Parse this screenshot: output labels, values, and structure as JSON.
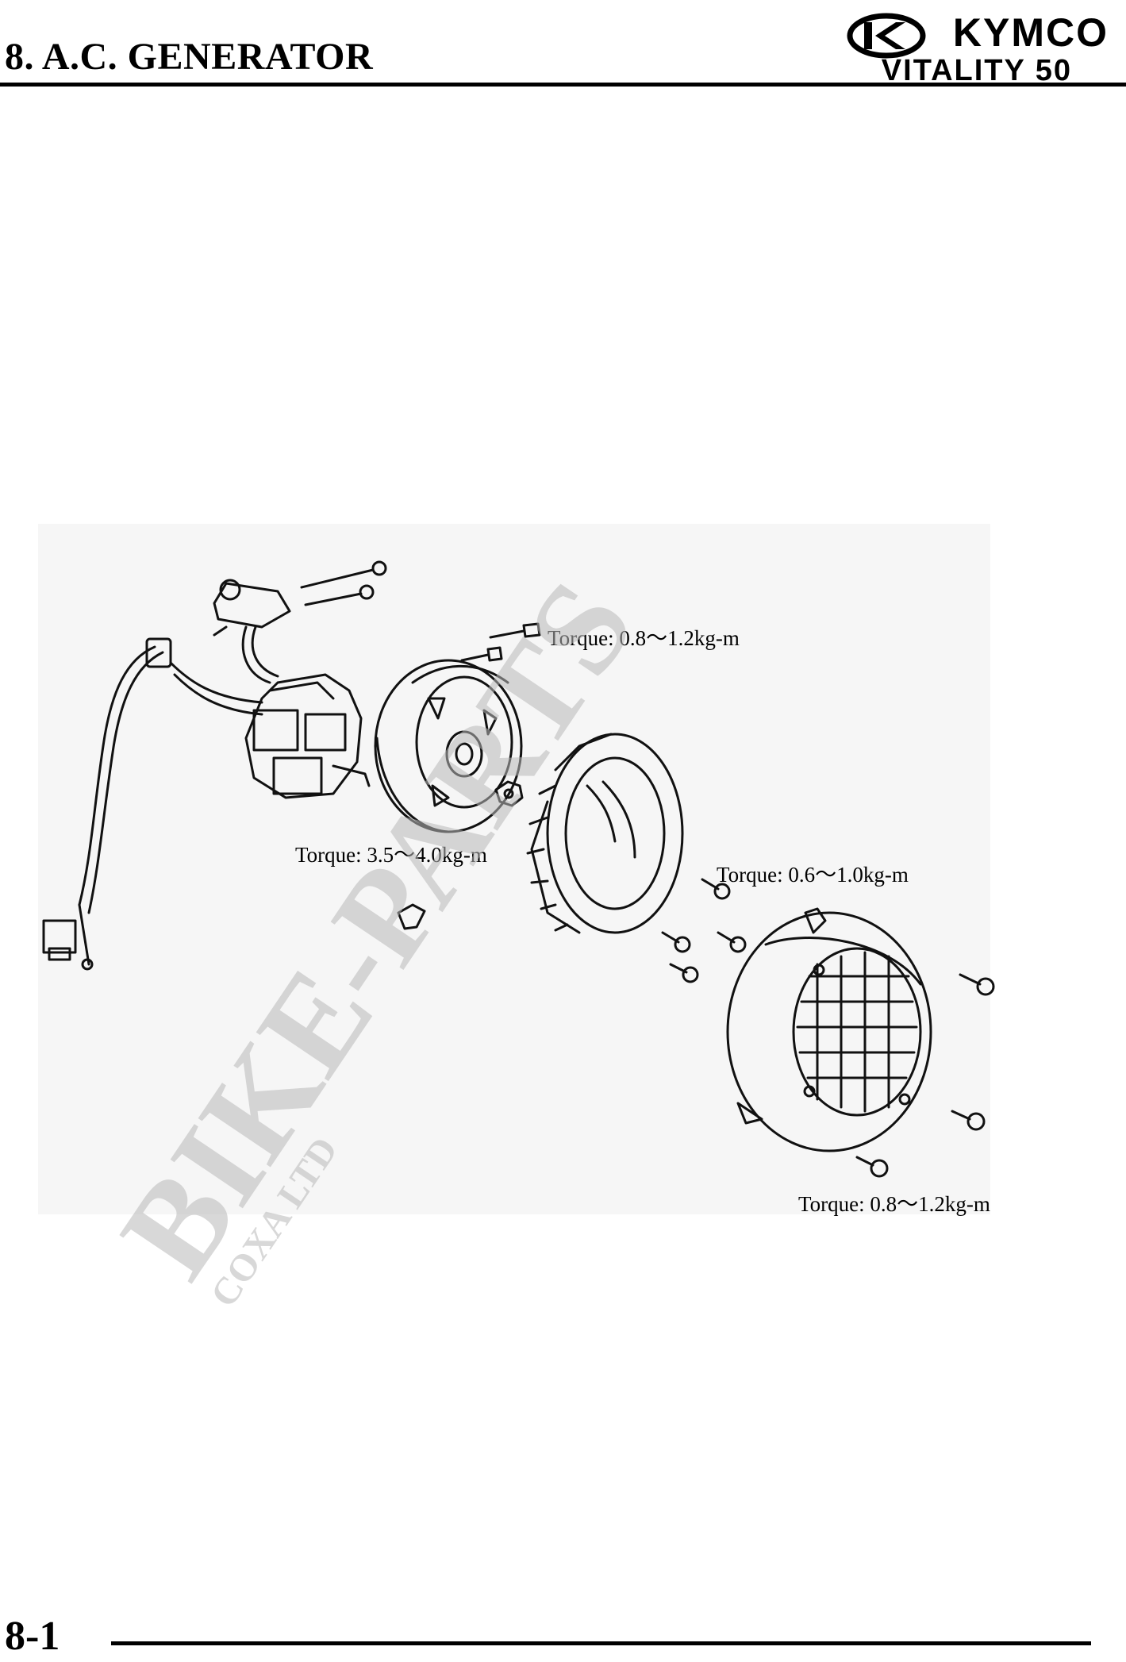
{
  "header": {
    "title": "8. A.C. GENERATOR",
    "brand": "KYMCO",
    "model": "VITALITY 50"
  },
  "diagram": {
    "torque_labels": [
      "Torque: 0.8～1.2kg-m",
      "Torque: 3.5～4.0kg-m",
      "Torque: 0.6～1.0kg-m",
      "Torque: 0.8～1.2kg-m"
    ]
  },
  "watermark": {
    "main": "BIKE-PARTS",
    "sub": "COXA LTD"
  },
  "footer": {
    "page_number": "8-1"
  }
}
